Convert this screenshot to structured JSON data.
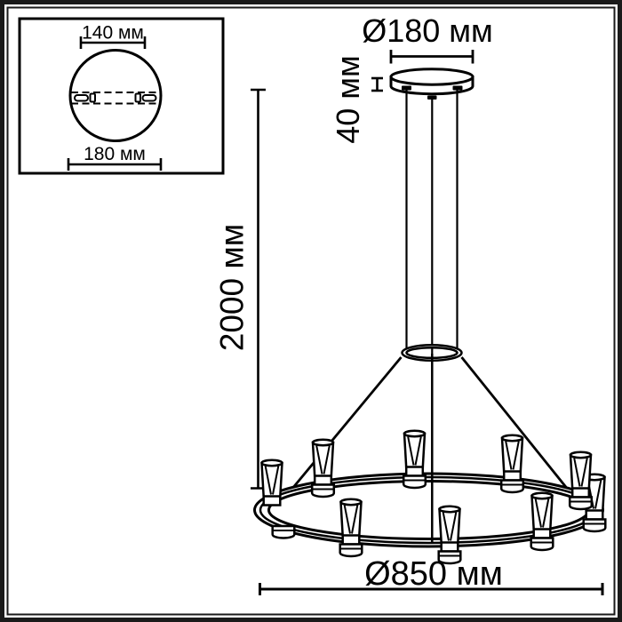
{
  "labels": {
    "inset": {
      "mount_inner": "140 мм",
      "mount_outer": "180 мм"
    },
    "canopy_diameter": "Ø180 мм",
    "canopy_height": "40 мм",
    "suspension_length": "2000 мм",
    "ring_diameter": "Ø850 мм"
  },
  "colors": {
    "ink": "#000000",
    "background": "#ffffff",
    "frame": "#1a1a1a"
  }
}
